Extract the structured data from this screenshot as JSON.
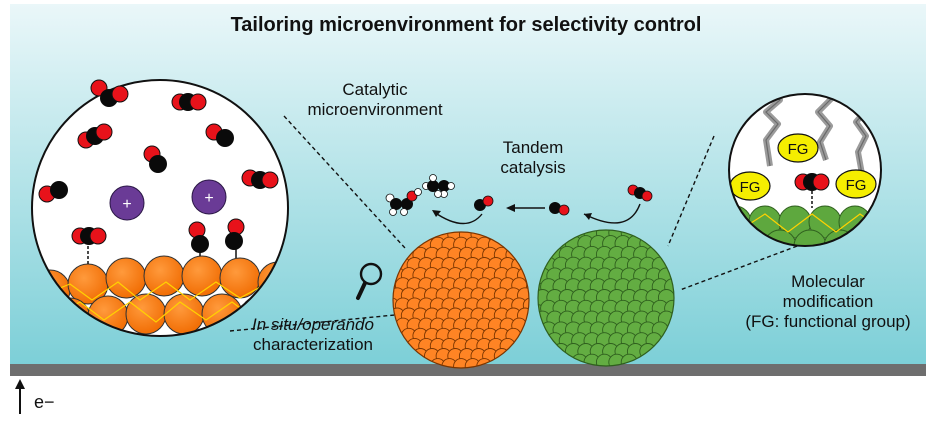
{
  "title": "Tailoring microenvironment for selectivity control",
  "labels": {
    "catalytic_line1": "Catalytic",
    "catalytic_line2": "microenvironment",
    "tandem_line1": "Tandem",
    "tandem_line2": "catalysis",
    "molecular_line1": "Molecular",
    "molecular_line2": "modification",
    "molecular_line3": "(FG: functional group)",
    "insitu_italic": "In situ/operando",
    "insitu_line2": "characterization",
    "electron": "e−"
  },
  "symbols": {
    "cation": "+",
    "functional_group": "FG"
  },
  "colors": {
    "background_top": "#e6f5f8",
    "background_bottom": "#7fd0d8",
    "electrode": "#6e6e6e",
    "copper": "#ff7a12",
    "green_catalyst": "#5ea83e",
    "oxygen": "#e8121a",
    "carbon": "#0a0a0a",
    "cation": "#6a3b96",
    "fg_yellow": "#f5ee00"
  }
}
